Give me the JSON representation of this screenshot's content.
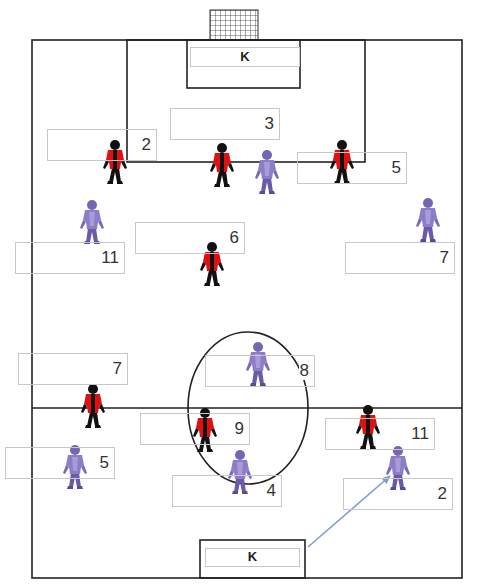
{
  "diagram": {
    "nodes": [
      {
        "text": [
          "K"
        ]
      },
      {
        "text": [
          "3"
        ]
      },
      {
        "text": [
          "2"
        ]
      },
      {
        "text": [
          "5"
        ]
      },
      {
        "text": [
          "6"
        ]
      },
      {
        "text": [
          "11"
        ]
      },
      {
        "text": [
          "7"
        ]
      },
      {
        "text": [
          "7"
        ]
      },
      {
        "text": [
          "8"
        ]
      },
      {
        "text": [
          "9"
        ]
      },
      {
        "text": [
          "11"
        ]
      },
      {
        "text": [
          "5"
        ]
      },
      {
        "text": [
          "4"
        ]
      },
      {
        "text": [
          "2"
        ]
      },
      {
        "text": [
          "K"
        ]
      }
    ]
  }
}
